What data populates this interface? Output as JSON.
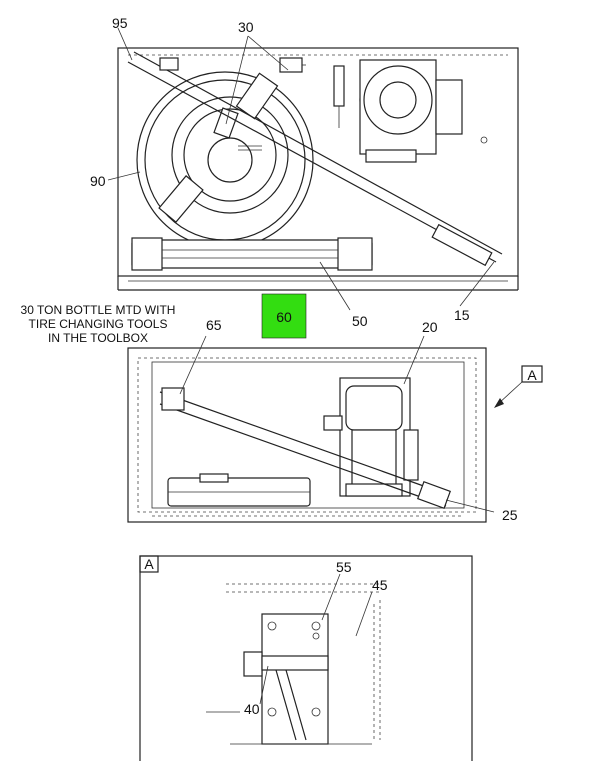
{
  "caption": {
    "lines": [
      "30 TON BOTTLE MTD WITH",
      "TIRE CHANGING TOOLS",
      "IN THE TOOLBOX"
    ]
  },
  "highlight": {
    "label": "60",
    "color": "#33dd11"
  },
  "callouts": {
    "c95": "95",
    "c30": "30",
    "c90": "90",
    "c50": "50",
    "c15": "15",
    "c65": "65",
    "c20": "20",
    "c25": "25",
    "c55": "55",
    "c45": "45",
    "c40": "40"
  },
  "view_flags": {
    "main": "A",
    "detail": "A"
  }
}
